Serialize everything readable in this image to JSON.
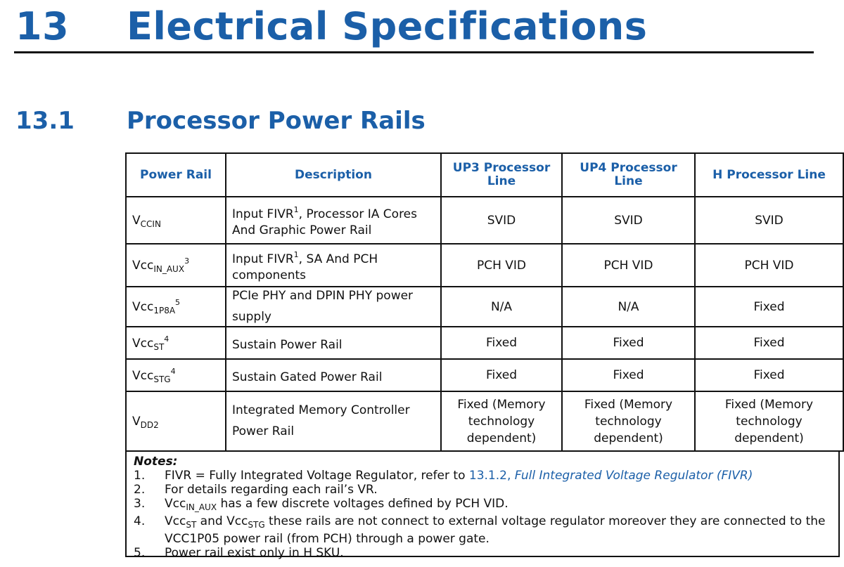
{
  "chapter": {
    "number": "13",
    "title": "Electrical Specifications"
  },
  "section": {
    "number": "13.1",
    "title": "Processor Power Rails"
  },
  "table": {
    "headers": [
      "Power Rail",
      "Description",
      "UP3 Processor Line",
      "UP4 Processor Line",
      "H Processor Line"
    ],
    "rows": [
      {
        "rail_base": "V",
        "rail_sub": "CCIN",
        "rail_sup": "",
        "desc_a": "Input FIVR",
        "desc_sup": "1",
        "desc_b": ", Processor IA Cores And Graphic Power Rail",
        "up3": "SVID",
        "up4": "SVID",
        "h": "SVID"
      },
      {
        "rail_base": "Vcc",
        "rail_sub": "IN_AUX",
        "rail_sup": "3",
        "desc_a": "Input FIVR",
        "desc_sup": "1",
        "desc_b": ", SA And PCH components",
        "up3": "PCH VID",
        "up4": "PCH VID",
        "h": "PCH VID"
      },
      {
        "rail_base": "Vcc",
        "rail_sub": "1P8A",
        "rail_sup": "5",
        "desc_a": "PCIe PHY and DPIN PHY power supply",
        "desc_sup": "",
        "desc_b": "",
        "up3": "N/A",
        "up4": "N/A",
        "h": "Fixed"
      },
      {
        "rail_base": "Vcc",
        "rail_sub": "ST",
        "rail_sup": "4",
        "desc_a": "Sustain Power Rail",
        "desc_sup": "",
        "desc_b": "",
        "up3": "Fixed",
        "up4": "Fixed",
        "h": "Fixed"
      },
      {
        "rail_base": "Vcc",
        "rail_sub": "STG",
        "rail_sup": "4",
        "desc_a": "Sustain Gated Power Rail",
        "desc_sup": "",
        "desc_b": "",
        "up3": "Fixed",
        "up4": "Fixed",
        "h": "Fixed"
      },
      {
        "rail_base": "V",
        "rail_sub": "DD2",
        "rail_sup": "",
        "desc_a": "Integrated Memory Controller Power Rail",
        "desc_sup": "",
        "desc_b": "",
        "up3": "Fixed (Memory technology dependent)",
        "up4": "Fixed (Memory technology dependent)",
        "h": "Fixed (Memory technology dependent)"
      }
    ]
  },
  "notes": {
    "title": "Notes:",
    "items": [
      {
        "n": "1.",
        "text": "FIVR = Fully Integrated Voltage Regulator, refer to ",
        "link_num": "13.1.2,",
        "link_title": "Full Integrated Voltage Regulator (FIVR)"
      },
      {
        "n": "2.",
        "text": "For details regarding each rail’s VR."
      },
      {
        "n": "3.",
        "base": "Vcc",
        "sub": "IN_AUX",
        "text": " has a few discrete voltages defined by PCH VID."
      },
      {
        "n": "4.",
        "base1": "Vcc",
        "sub1": "ST",
        "mid": " and Vcc",
        "sub2": "STG",
        "text": " these rails are not connect to external voltage regulator moreover they are connected to the VCC1P05 power rail (from PCH) through a power gate."
      },
      {
        "n": "5.",
        "text": "Power rail exist only in H SKU."
      }
    ]
  }
}
